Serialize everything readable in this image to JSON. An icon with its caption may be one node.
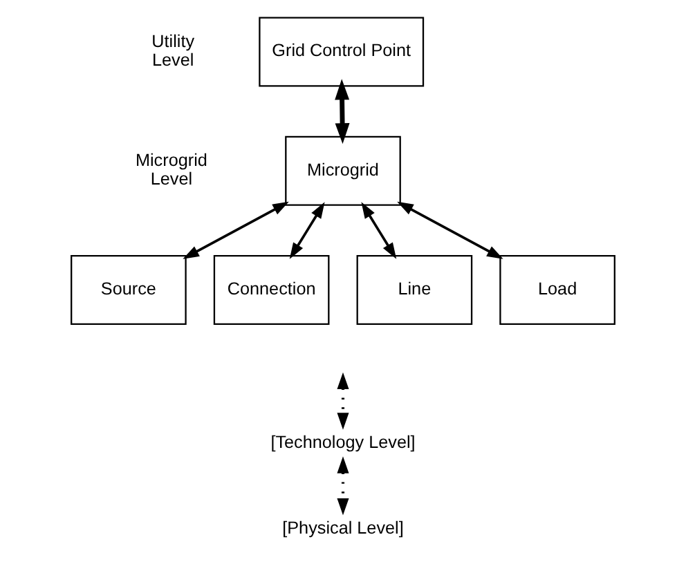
{
  "diagram": {
    "nodes": [
      {
        "text": [
          "Grid Control Point"
        ]
      },
      {
        "text": [
          "Microgrid"
        ]
      },
      {
        "text": [
          "Source"
        ]
      },
      {
        "text": [
          "Connection"
        ]
      },
      {
        "text": [
          "Line"
        ]
      },
      {
        "text": [
          "Load"
        ]
      },
      {
        "text": [
          "[Technology Level]"
        ]
      },
      {
        "text": [
          "[Physical Level]"
        ]
      }
    ],
    "edges": [
      {
        "from": 0,
        "to": 1,
        "arrow": "both",
        "style": "thick"
      },
      {
        "from": 1,
        "to": 2,
        "arrow": "both"
      },
      {
        "from": 1,
        "to": 3,
        "arrow": "both"
      },
      {
        "from": 1,
        "to": 4,
        "arrow": "both"
      },
      {
        "from": 1,
        "to": 5,
        "arrow": "both"
      },
      {
        "from": null,
        "to": 6,
        "arrow": "both",
        "style": "dashed"
      },
      {
        "from": 6,
        "to": 7,
        "arrow": "both",
        "style": "dashed"
      }
    ],
    "labels": [
      "Utility Level",
      "Microgrid Level"
    ]
  }
}
